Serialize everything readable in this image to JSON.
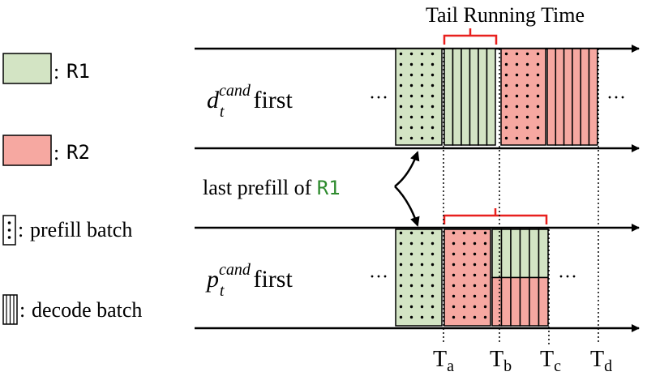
{
  "title": "Tail Running Time",
  "legend": {
    "r1": {
      "label": "R1",
      "color": "#d3e4c4"
    },
    "r2": {
      "label": "R2",
      "color": "#f6a8a1"
    },
    "prefill": {
      "label": "prefill batch"
    },
    "decode": {
      "label": "decode batch"
    },
    "colon": ":"
  },
  "scenario_top": {
    "var": "d",
    "sub": "t",
    "sup": "cand",
    "suffix": "first"
  },
  "scenario_bottom": {
    "var": "p",
    "sub": "t",
    "sup": "cand",
    "suffix": "first"
  },
  "annotation": {
    "text": "last prefill of ",
    "highlight": "R1",
    "highlight_color": "#2e8b2e"
  },
  "ellipsis": "···",
  "times": [
    {
      "base": "T",
      "sub": "a"
    },
    {
      "base": "T",
      "sub": "b"
    },
    {
      "base": "T",
      "sub": "c"
    },
    {
      "base": "T",
      "sub": "d"
    }
  ],
  "colors": {
    "bracket": "#e8201e",
    "line": "#000000"
  }
}
